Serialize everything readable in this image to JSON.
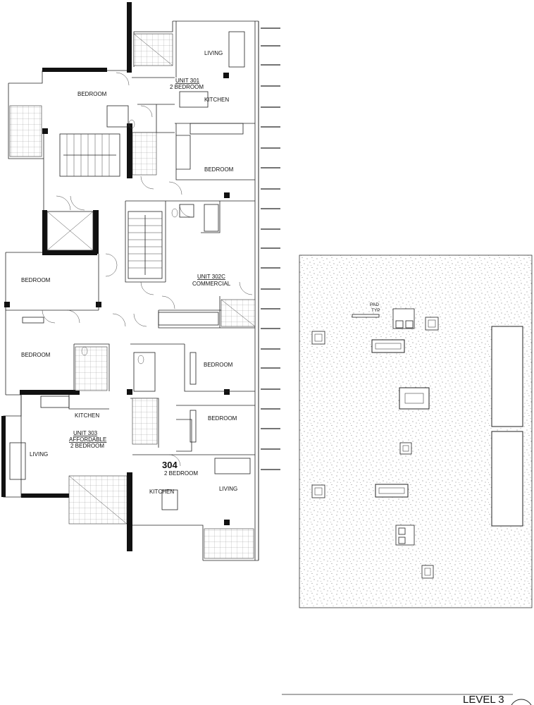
{
  "title": "LEVEL 3",
  "units": [
    {
      "id": "unit-301",
      "name": "UNIT 301",
      "type": "2 BEDROOM"
    },
    {
      "id": "unit-302c",
      "name": "UNIT 302C",
      "type": "COMMERCIAL"
    },
    {
      "id": "unit-303",
      "name": "UNIT 303",
      "type": "AFFORDABLE",
      "subtype": "2 BEDROOM"
    },
    {
      "id": "unit-304",
      "name": "304",
      "type": "2 BEDROOM"
    }
  ],
  "rooms": {
    "living": "LIVING",
    "kitchen": "KITCHEN",
    "bedroom": "BEDROOM"
  },
  "roof": {
    "pad_label_1": "PAD",
    "pad_label_2": "TYP"
  }
}
